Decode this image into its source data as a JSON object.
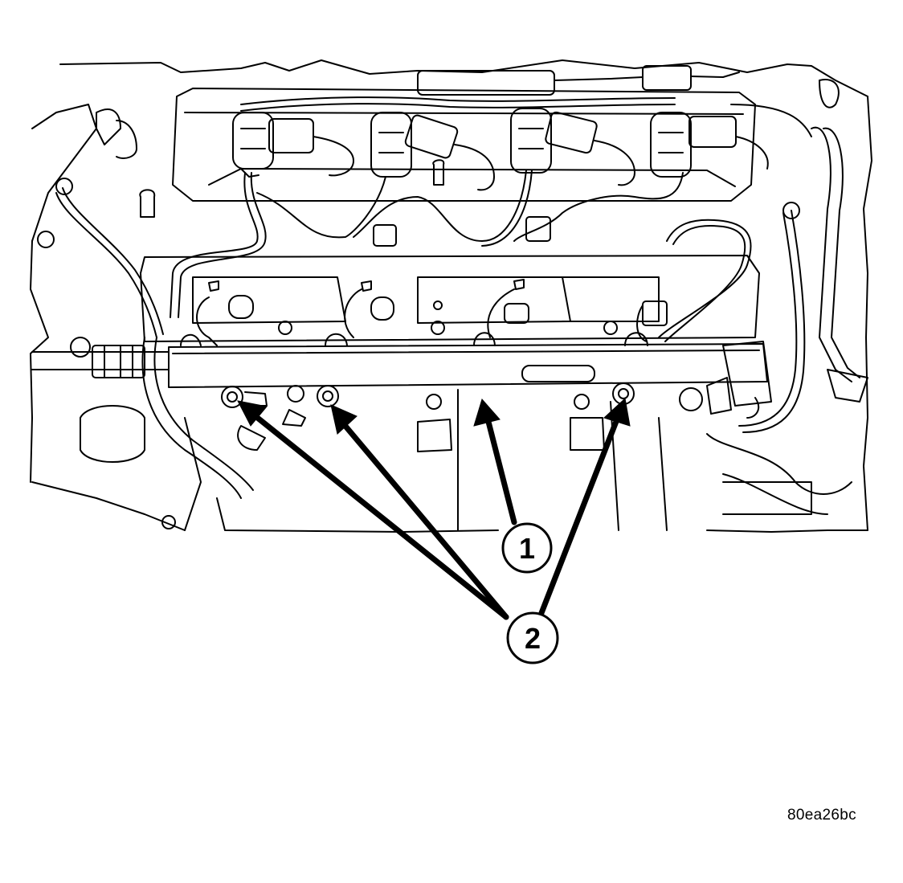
{
  "callouts": [
    {
      "id": "1",
      "label": "1"
    },
    {
      "id": "2",
      "label": "2"
    }
  ],
  "figure_id": "80ea26bc",
  "colors": {
    "line": "#000000",
    "background": "#ffffff"
  }
}
